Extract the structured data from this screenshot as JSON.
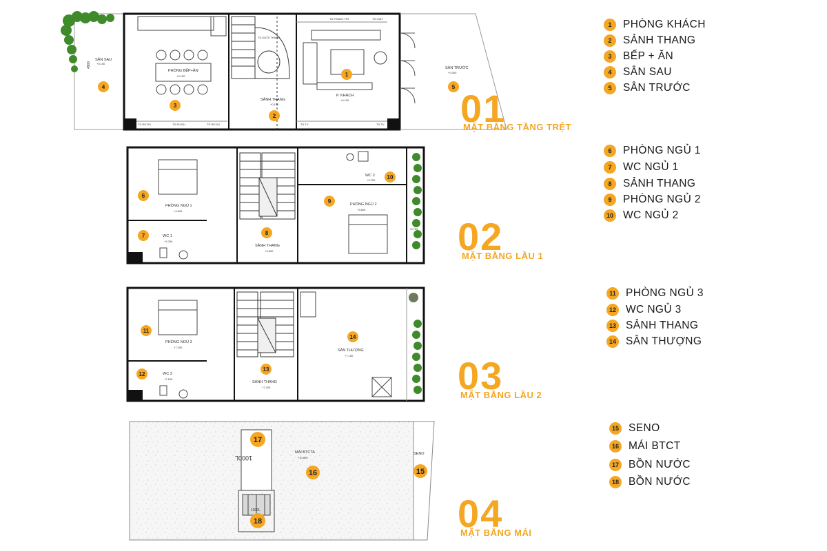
{
  "colors": {
    "accent": "#f5a623",
    "wall": "#111111",
    "line": "#777777",
    "greenery": "#3f8a2a"
  },
  "floors": [
    {
      "number": "01",
      "title": "MẶT BẰNG TẦNG TRỆT",
      "room_labels": [
        {
          "text": "SÂN SAU",
          "sub": "+0.150"
        },
        {
          "text": "PHÒNG BẾP+ĂN",
          "sub": "+0.150"
        },
        {
          "text": "SẢNH THANG",
          "sub": "+0.150"
        },
        {
          "text": "P. KHÁCH",
          "sub": "+0.150"
        },
        {
          "text": "SÂN TRƯỚC",
          "sub": "+0.000"
        }
      ],
      "dimension": "4900",
      "cabinet_labels": [
        "TỦ TRANG TRÍ",
        "TỦ GIÀY",
        "TỦ RƯỢU",
        "TỦ RƯỢU",
        "TỦ RƯỢU",
        "TỦ TV",
        "TỦ TV",
        "TỦ DƯỚI THANG"
      ],
      "markers": [
        "4",
        "3",
        "2",
        "1",
        "5"
      ]
    },
    {
      "number": "02",
      "title": "MẶT BẰNG LẦU 1",
      "room_labels": [
        {
          "text": "PHÒNG NGỦ 1",
          "sub": "+3.600"
        },
        {
          "text": "WC 1",
          "sub": "+3.750"
        },
        {
          "text": "SẢNH THANG",
          "sub": "+3.600"
        },
        {
          "text": "WC 2",
          "sub": "+3.750"
        },
        {
          "text": "PHÒNG NGỦ 2",
          "sub": "+3.600"
        }
      ],
      "side_label": "+3.750",
      "markers": [
        "6",
        "7",
        "8",
        "9",
        "10"
      ]
    },
    {
      "number": "03",
      "title": "MẶT BẰNG LẦU 2",
      "room_labels": [
        {
          "text": "PHÒNG NGỦ 3",
          "sub": "+7.200"
        },
        {
          "text": "WC 3",
          "sub": "+7.150"
        },
        {
          "text": "SẢNH THANG",
          "sub": "+7.200"
        },
        {
          "text": "SÂN THƯỢNG",
          "sub": "+7.150"
        }
      ],
      "markers": [
        "11",
        "12",
        "13",
        "14"
      ]
    },
    {
      "number": "04",
      "title": "MẶT BẰNG MÁI",
      "room_labels": [
        {
          "text": "MÁI BTCTA",
          "sub": "+10.800"
        },
        {
          "text": "SENO",
          "sub": ""
        }
      ],
      "tank_labels": [
        "1000L",
        "1000L"
      ],
      "markers": [
        "17",
        "16",
        "15",
        "18"
      ]
    }
  ],
  "legends": [
    {
      "items": [
        {
          "num": "1",
          "label": "PHÒNG KHÁCH"
        },
        {
          "num": "2",
          "label": "SẢNH THANG"
        },
        {
          "num": "3",
          "label": "BẾP + ĂN"
        },
        {
          "num": "4",
          "label": "SÂN SAU"
        },
        {
          "num": "5",
          "label": "SÂN TRƯỚC"
        }
      ]
    },
    {
      "items": [
        {
          "num": "6",
          "label": "PHÒNG NGỦ 1"
        },
        {
          "num": "7",
          "label": "WC NGỦ 1"
        },
        {
          "num": "8",
          "label": "SẢNH THANG"
        },
        {
          "num": "9",
          "label": "PHÒNG NGỦ 2"
        },
        {
          "num": "10",
          "label": "WC NGỦ 2"
        }
      ]
    },
    {
      "items": [
        {
          "num": "11",
          "label": "PHÒNG NGỦ 3"
        },
        {
          "num": "12",
          "label": "WC NGỦ 3"
        },
        {
          "num": "13",
          "label": "SẢNH THANG"
        },
        {
          "num": "14",
          "label": "SÂN THƯỢNG"
        }
      ]
    },
    {
      "items": [
        {
          "num": "15",
          "label": "SENO"
        },
        {
          "num": "16",
          "label": "MÁI BTCT"
        },
        {
          "num": "17",
          "label": "BỒN NƯỚC"
        },
        {
          "num": "18",
          "label": "BỒN NƯỚC"
        }
      ]
    }
  ]
}
